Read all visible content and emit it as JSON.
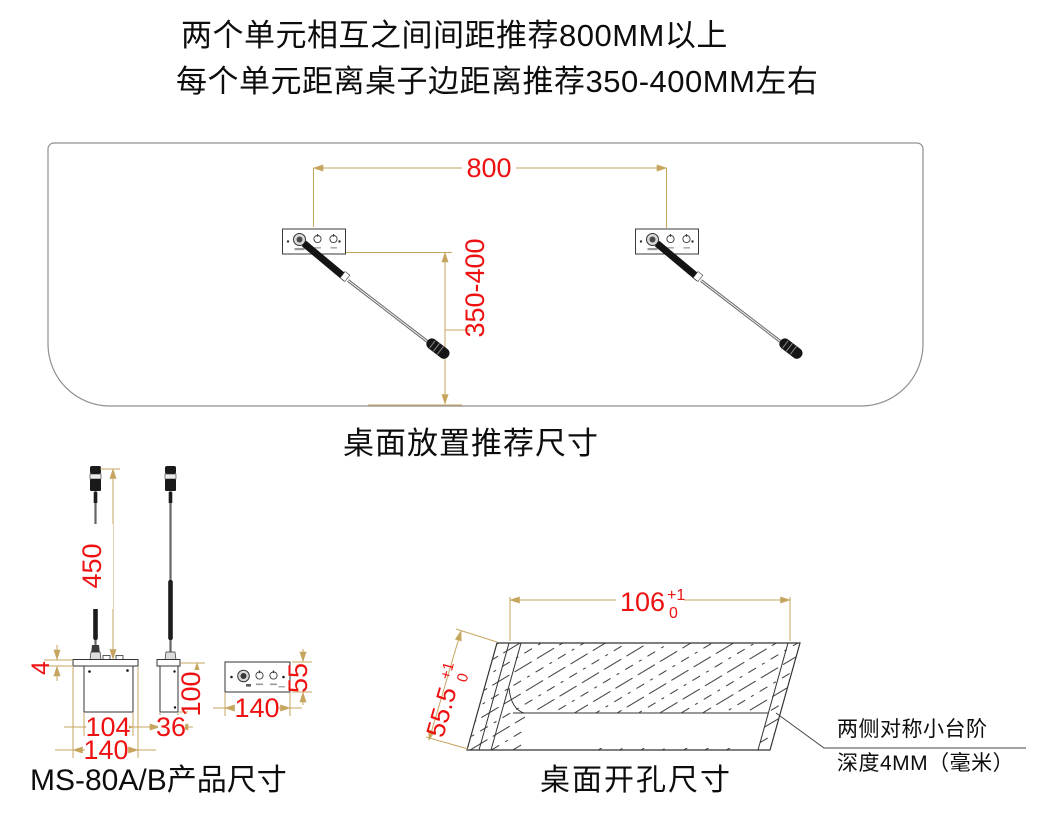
{
  "title": {
    "line1": "两个单元相互之间间距推荐800MM以上",
    "line2": "每个单元距离桌子边距离推荐350-400MM左右"
  },
  "placement": {
    "caption": "桌面放置推荐尺寸",
    "dim_unit_spacing": "800",
    "dim_edge_distance": "350-400"
  },
  "product": {
    "caption": "MS-80A/B产品尺寸",
    "dim_gooseneck_length": "450",
    "dim_plate_thickness": "4",
    "dim_body_width": "104",
    "dim_flange_width": "140",
    "dim_body_height": "100",
    "dim_body_depth": "36",
    "dim_panel_width": "140",
    "dim_panel_height": "55"
  },
  "cutout": {
    "caption": "桌面开孔尺寸",
    "width_main": "106",
    "width_tol_sup": "+1",
    "width_tol_sub": "0",
    "height_main": "55.5",
    "height_tol_sup": "+1",
    "height_tol_sub": "0",
    "note_line1": "两侧对称小台阶",
    "note_line2": "深度4MM（毫米）"
  },
  "colors": {
    "dimension_text_red": "#ee1111",
    "dimension_line_tan": "#c6a55f",
    "drawing_line_dark": "#333333",
    "table_outline_gray": "#8f8f8f",
    "background": "#ffffff"
  }
}
